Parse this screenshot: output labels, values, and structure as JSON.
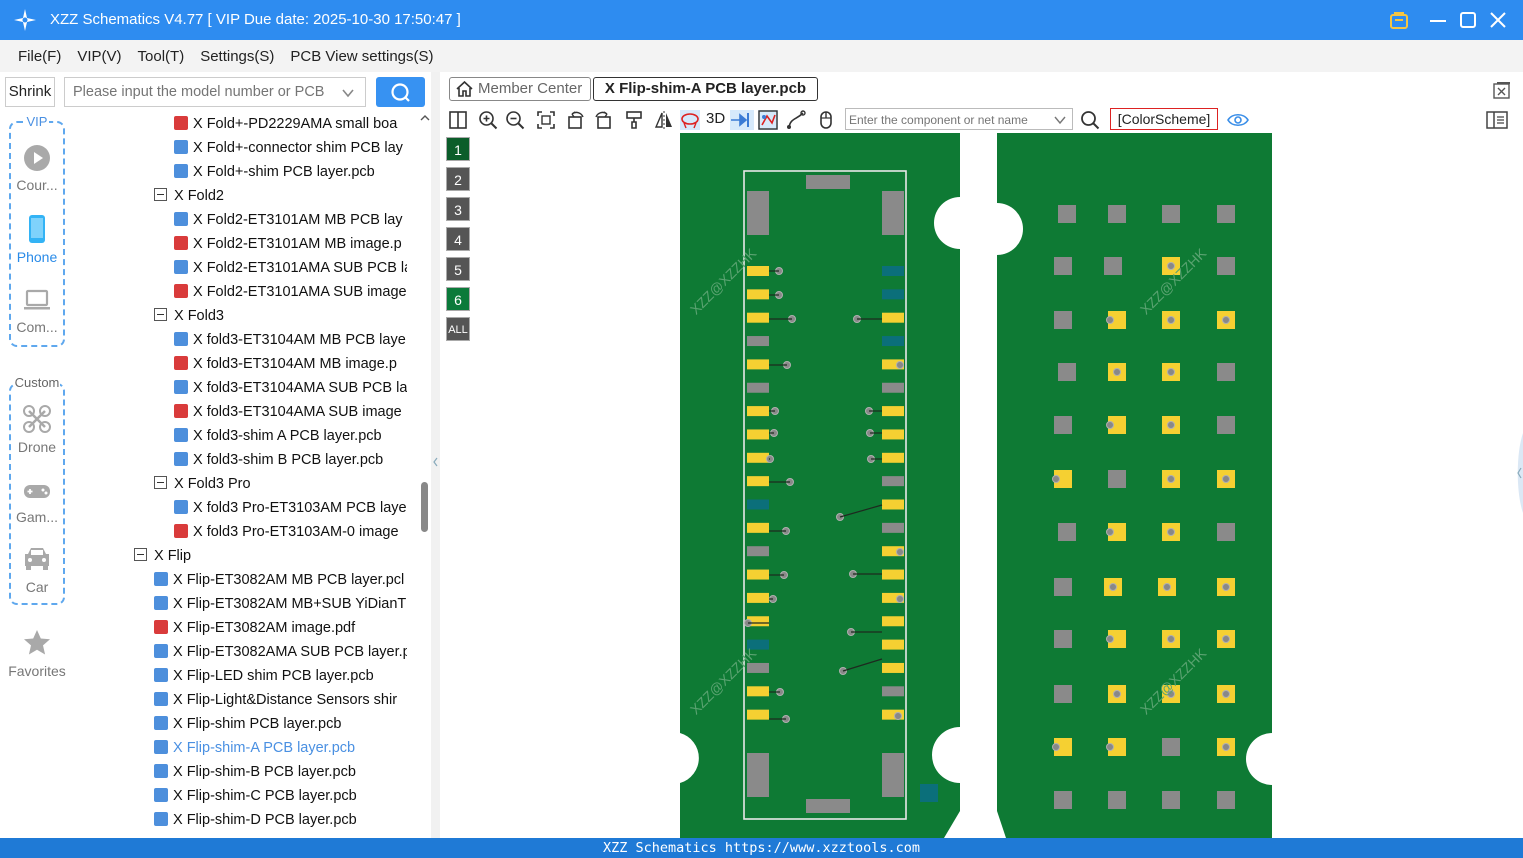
{
  "window": {
    "title": "XZZ Schematics V4.77 [ VIP Due date: 2025-10-30 17:50:47 ]"
  },
  "menu": [
    "File(F)",
    "VIP(V)",
    "Tool(T)",
    "Settings(S)",
    "PCB View settings(S)"
  ],
  "search": {
    "shrink_label": "Shrink",
    "placeholder": "Please input the model number or PCB"
  },
  "left_nav": {
    "vip_label": "VIP",
    "custom_label": "Custom",
    "vip_items": [
      "Cour...",
      "Phone",
      "Com..."
    ],
    "custom_items": [
      "Drone",
      "Gam...",
      "Car"
    ],
    "favorites": "Favorites"
  },
  "tree": [
    {
      "type": "pdf",
      "level": 2,
      "label": "X Fold+-PD2229AMA small boa"
    },
    {
      "type": "pcb",
      "level": 2,
      "label": "X Fold+-connector shim PCB lay"
    },
    {
      "type": "pcb",
      "level": 2,
      "label": "X Fold+-shim PCB layer.pcb"
    },
    {
      "type": "folder",
      "level": 1,
      "label": "X Fold2"
    },
    {
      "type": "pcb",
      "level": 2,
      "label": "X Fold2-ET3101AM MB PCB lay"
    },
    {
      "type": "pdf",
      "level": 2,
      "label": "X Fold2-ET3101AM MB image.p"
    },
    {
      "type": "pcb",
      "level": 2,
      "label": "X Fold2-ET3101AMA SUB PCB la"
    },
    {
      "type": "pdf",
      "level": 2,
      "label": "X Fold2-ET3101AMA SUB image"
    },
    {
      "type": "folder",
      "level": 1,
      "label": "X Fold3"
    },
    {
      "type": "pcb",
      "level": 2,
      "label": "X fold3-ET3104AM MB PCB laye"
    },
    {
      "type": "pdf",
      "level": 2,
      "label": "X fold3-ET3104AM MB image.p"
    },
    {
      "type": "pcb",
      "level": 2,
      "label": "X fold3-ET3104AMA SUB PCB la"
    },
    {
      "type": "pdf",
      "level": 2,
      "label": "X fold3-ET3104AMA SUB image"
    },
    {
      "type": "pcb",
      "level": 2,
      "label": "X fold3-shim A PCB layer.pcb"
    },
    {
      "type": "pcb",
      "level": 2,
      "label": "X fold3-shim B PCB layer.pcb"
    },
    {
      "type": "folder",
      "level": 1,
      "label": "X Fold3 Pro"
    },
    {
      "type": "pcb",
      "level": 2,
      "label": "X fold3 Pro-ET3103AM PCB laye"
    },
    {
      "type": "pdf",
      "level": 2,
      "label": "X fold3 Pro-ET3103AM-0 image"
    },
    {
      "type": "folder",
      "level": 0,
      "label": "X Flip"
    },
    {
      "type": "pcb",
      "level": 1,
      "label": "X Flip-ET3082AM MB PCB layer.pcl"
    },
    {
      "type": "pcb",
      "level": 1,
      "label": "X Flip-ET3082AM MB+SUB YiDianT"
    },
    {
      "type": "pdf",
      "level": 1,
      "label": "X Flip-ET3082AM image.pdf"
    },
    {
      "type": "pcb",
      "level": 1,
      "label": "X Flip-ET3082AMA SUB PCB layer.p"
    },
    {
      "type": "pcb",
      "level": 1,
      "label": "X Flip-LED shim PCB layer.pcb"
    },
    {
      "type": "pcb",
      "level": 1,
      "label": "X Flip-Light&Distance Sensors shir"
    },
    {
      "type": "pcb",
      "level": 1,
      "label": "X Flip-shim PCB layer.pcb"
    },
    {
      "type": "pcb",
      "level": 1,
      "label": "X Flip-shim-A PCB layer.pcb",
      "selected": true
    },
    {
      "type": "pcb",
      "level": 1,
      "label": "X Flip-shim-B PCB layer.pcb"
    },
    {
      "type": "pcb",
      "level": 1,
      "label": "X Flip-shim-C PCB layer.pcb"
    },
    {
      "type": "pcb",
      "level": 1,
      "label": "X Flip-shim-D PCB layer.pcb"
    }
  ],
  "tabs": {
    "member": "Member Center",
    "active": "X Flip-shim-A PCB layer.pcb"
  },
  "toolbar": {
    "mode_3d": "3D",
    "component_placeholder": "Enter the component or net name",
    "color_scheme": "[ColorScheme]"
  },
  "layers": [
    "1",
    "2",
    "3",
    "4",
    "5",
    "6",
    "ALL"
  ],
  "watermark": "XZZ@XZZHK",
  "colors": {
    "title_bar": "#2e8cf0",
    "pcb_green": "#0e7a34",
    "pad_yellow": "#f5d032",
    "pad_gray": "#8a8a8a",
    "pad_teal": "#0b6f7a",
    "status_bar": "#1f7ad6"
  },
  "status": "XZZ Schematics https://www.xzztools.com"
}
